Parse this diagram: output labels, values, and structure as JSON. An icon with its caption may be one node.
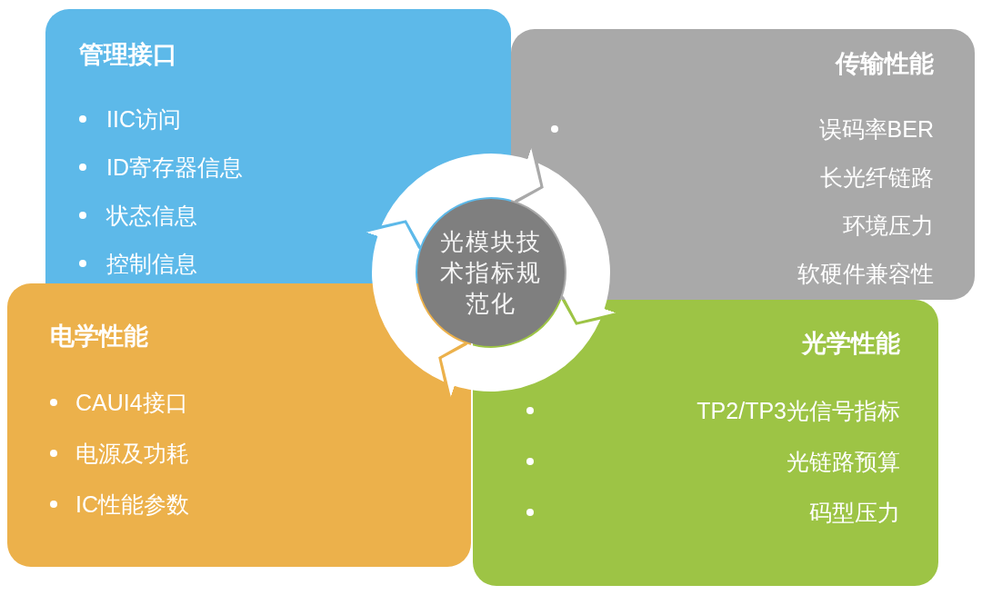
{
  "diagram": {
    "nodes": [
      {
        "text": [
          "管理接口",
          "IIC访问",
          "ID寄存器信息",
          "状态信息",
          "控制信息"
        ]
      },
      {
        "text": [
          "传输性能",
          "误码率BER",
          "长光纤链路",
          "环境压力",
          "软硬件兼容性"
        ]
      },
      {
        "text": [
          "光模块技术指标规范化"
        ]
      },
      {
        "text": [
          "电学性能",
          "CAUI4接口",
          "电源及功耗",
          "IC性能参数"
        ]
      },
      {
        "text": [
          "光学性能",
          "TP2/TP3光信号指标",
          "光链路预算",
          "码型压力"
        ]
      }
    ],
    "edges": [
      {
        "from": 0,
        "to": 1,
        "arrow": "to"
      },
      {
        "from": 1,
        "to": 4,
        "arrow": "to"
      },
      {
        "from": 4,
        "to": 3,
        "arrow": "to"
      },
      {
        "from": 3,
        "to": 0,
        "arrow": "to"
      }
    ]
  }
}
